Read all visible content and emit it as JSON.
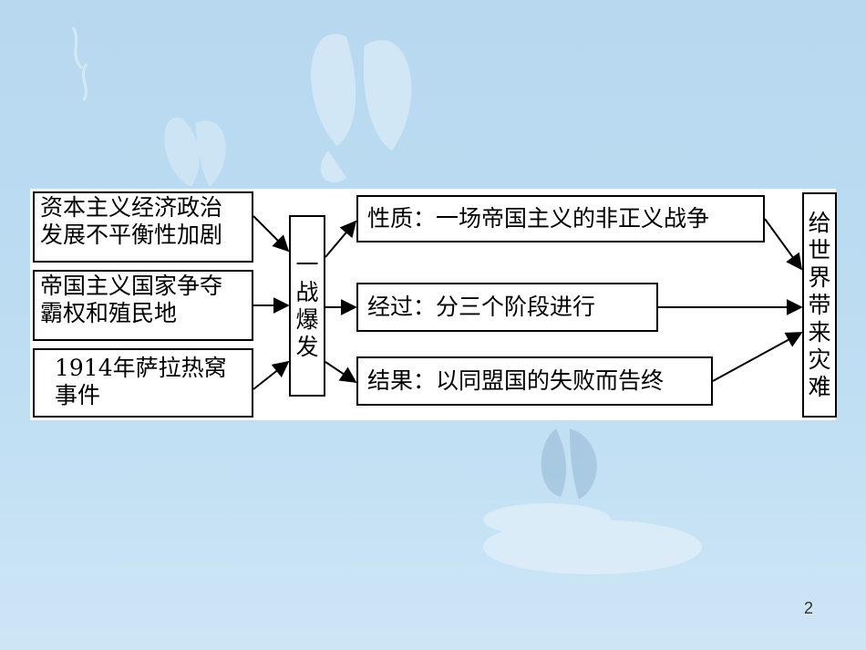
{
  "causes": [
    {
      "line1": "资本主义经济政治",
      "line2": "发展不平衡性加剧"
    },
    {
      "line1": "帝国主义国家争夺",
      "line2": "霸权和殖民地"
    },
    {
      "line1": "1914年萨拉热窝",
      "line2": "事件"
    }
  ],
  "center": {
    "chars": [
      "一",
      "战",
      "爆",
      "发"
    ]
  },
  "results": [
    {
      "text": "性质：一场帝国主义的非正义战争"
    },
    {
      "text": "经过：分三个阶段进行"
    },
    {
      "text": "结果：以同盟国的失败而告终"
    }
  ],
  "outcome": {
    "chars": [
      "给",
      "世",
      "界",
      "带",
      "来",
      "灾",
      "难"
    ]
  },
  "page_number": "2",
  "colors": {
    "background": "#bcdcf2",
    "box_border": "#000000",
    "text": "#000000"
  }
}
